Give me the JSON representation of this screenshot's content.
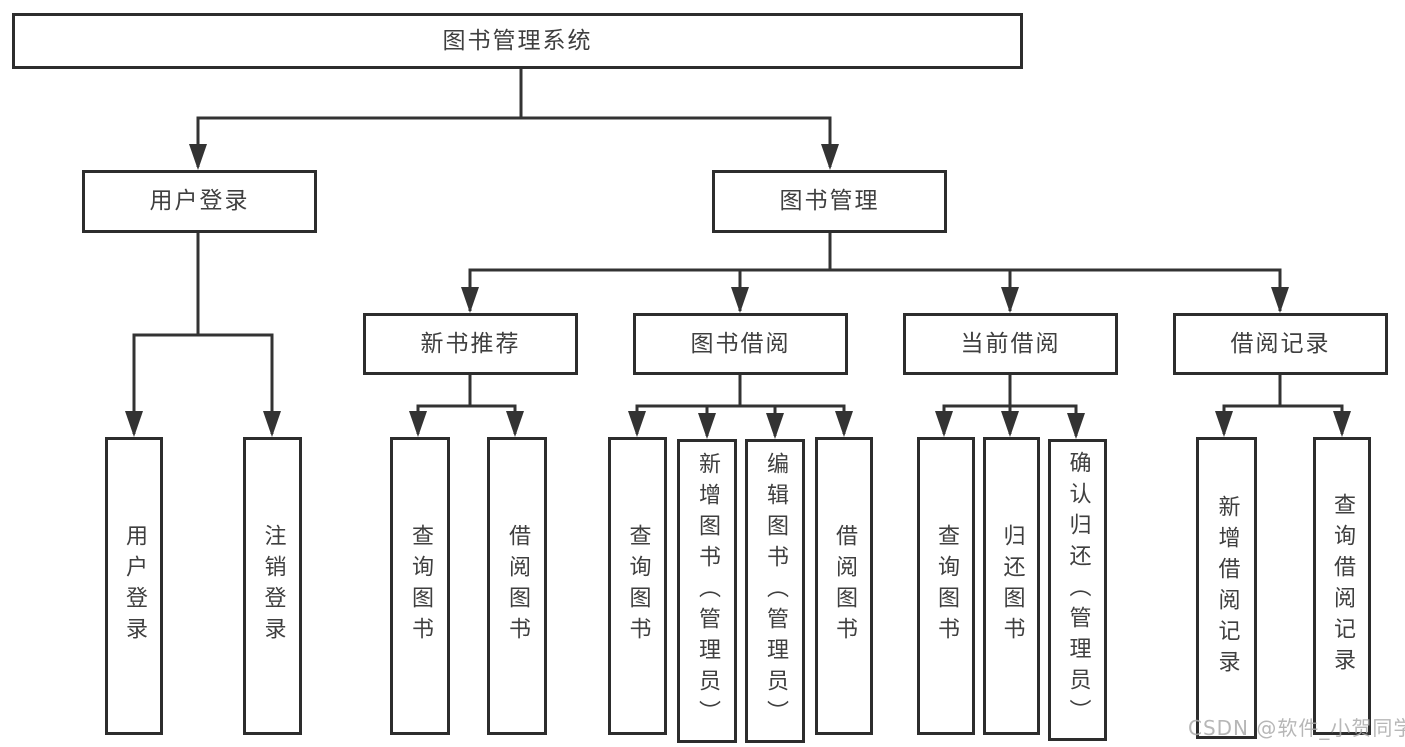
{
  "diagram": {
    "root": {
      "label": "图书管理系统"
    },
    "branches": [
      {
        "label": "用户登录",
        "children": [
          "用户登录",
          "注销登录"
        ]
      },
      {
        "label": "图书管理",
        "sections": [
          {
            "label": "新书推荐",
            "children": [
              "查询图书",
              "借阅图书"
            ]
          },
          {
            "label": "图书借阅",
            "children": [
              "查询图书",
              "新增图书（管理员）",
              "编辑图书（管理员）",
              "借阅图书"
            ]
          },
          {
            "label": "当前借阅",
            "children": [
              "查询图书",
              "归还图书",
              "确认归还（管理员）"
            ]
          },
          {
            "label": "借阅记录",
            "children": [
              "新增借阅记录",
              "查询借阅记录"
            ]
          }
        ]
      }
    ]
  },
  "watermark": {
    "text": "CSDN @软件_小贺同学"
  },
  "colors": {
    "background": "#ffffff",
    "border": "#2d2d2d",
    "line": "#333333",
    "text": "#3f3f3f",
    "watermark": "#ababab"
  }
}
